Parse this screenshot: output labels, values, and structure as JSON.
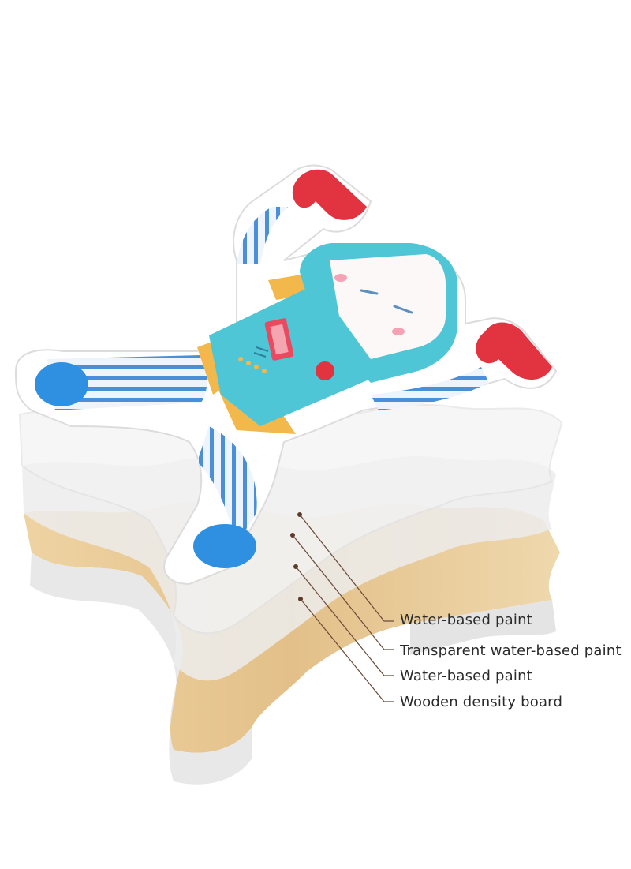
{
  "layers": [
    {
      "label": "Water-based paint"
    },
    {
      "label": "Transparent water-based paint"
    },
    {
      "label": "Water-based paint"
    },
    {
      "label": "Wooden density board"
    }
  ],
  "colors": {
    "background": "#ffffff",
    "robot_body": "#4fc6d6",
    "robot_trim": "#f2b84b",
    "claw_red": "#e23340",
    "limb_stripe": "#4a8fd8",
    "foot_blue": "#2f8fe0",
    "wood": "#e7cc9b",
    "paint_layer": "#e9e9e9",
    "leader_line": "#6b4a3a"
  }
}
